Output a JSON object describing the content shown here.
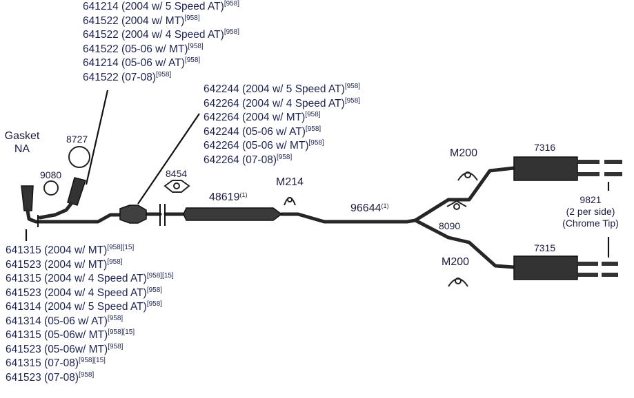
{
  "callouts": {
    "top_left": [
      {
        "part": "641214 (2004 w/ 5 Speed AT)",
        "note": "[958]"
      },
      {
        "part": "641522 (2004 w/ MT)",
        "note": "[958]"
      },
      {
        "part": "641522 (2004 w/ 4 Speed AT)",
        "note": "[958]"
      },
      {
        "part": "641522 (05-06 w/ MT)",
        "note": "[958]"
      },
      {
        "part": "641214 (05-06 w/ AT)",
        "note": "[958]"
      },
      {
        "part": "641522 (07-08)",
        "note": "[958]"
      }
    ],
    "top_middle": [
      {
        "part": "642244 (2004 w/ 5 Speed AT)",
        "note": "[958]"
      },
      {
        "part": "642264 (2004 w/ 4 Speed  AT)",
        "note": "[958]"
      },
      {
        "part": "642264 (2004 w/ MT)",
        "note": "[958]"
      },
      {
        "part": "642244 (05-06 w/ AT)",
        "note": "[958]"
      },
      {
        "part": "642264 (05-06 w/ MT)",
        "note": "[958]"
      },
      {
        "part": "642264 (07-08)",
        "note": "[958]"
      }
    ],
    "bottom_left": [
      {
        "part": "641315 (2004 w/ MT)",
        "note": "[958][15]"
      },
      {
        "part": "641523 (2004 w/ MT)",
        "note": "[958]"
      },
      {
        "part": "641315 (2004 w/ 4 Speed AT)",
        "note": "[958][15]"
      },
      {
        "part": "641523 (2004 w/ 4 Speed AT)",
        "note": "[958]"
      },
      {
        "part": "641314 (2004 w/ 5 Speed AT)",
        "note": "[958]"
      },
      {
        "part": "641314 (05-06 w/ AT)",
        "note": "[958]"
      },
      {
        "part": "641315 (05-06w/ MT)",
        "note": "[958][15]"
      },
      {
        "part": "641523 (05-06w/ MT)",
        "note": "[958]"
      },
      {
        "part": "641315 (07-08)",
        "note": "[958][15]"
      },
      {
        "part": "641523 (07-08)",
        "note": "[958]"
      }
    ]
  },
  "labels": {
    "gasket_line1": "Gasket",
    "gasket_line2": "NA",
    "p8727": "8727",
    "p9080": "9080",
    "p8454": "8454",
    "p48619": "48619",
    "p48619_note": "(1)",
    "m214": "M214",
    "p96644": "96644",
    "p96644_note": "(1)",
    "m200_top": "M200",
    "m200_bottom": "M200",
    "p8090": "8090",
    "p7316": "7316",
    "p7315": "7315",
    "p9821": "9821",
    "p9821_line2": "(2 per side)",
    "p9821_line3": "(Chrome Tip)"
  },
  "colors": {
    "text": "#1c2350",
    "pipe": "#262626"
  }
}
